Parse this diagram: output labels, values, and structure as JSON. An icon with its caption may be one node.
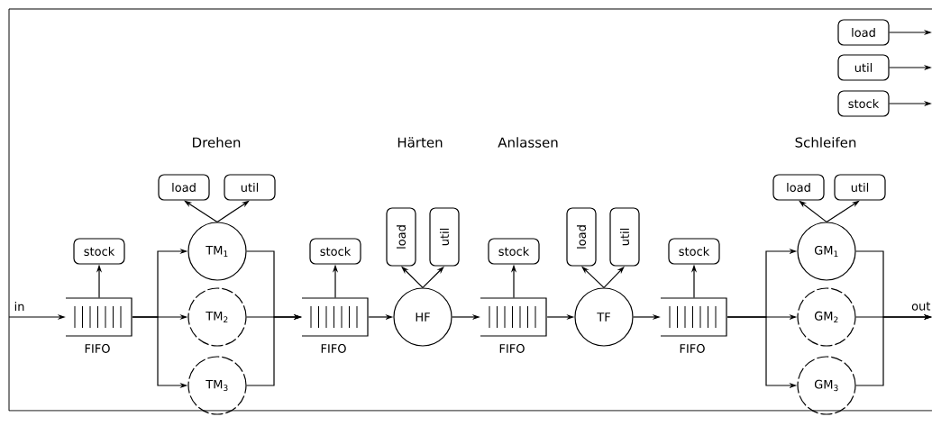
{
  "diagram": {
    "nodes": [
      {
        "text": [
          "load"
        ]
      },
      {
        "text": [
          "util"
        ]
      },
      {
        "text": [
          "stock"
        ]
      },
      {
        "text": [
          "stock"
        ]
      },
      {
        "text": [],
        "shape": "queue",
        "beside": [
          "FIFO"
        ]
      },
      {
        "text": [
          "load"
        ]
      },
      {
        "text": [
          "util"
        ]
      },
      {
        "text": [
          "TM$_{1}$"
        ]
      },
      {
        "text": [
          "TM$_{2}$"
        ]
      },
      {
        "text": [
          "TM$_{3}$"
        ]
      },
      {
        "text": [
          "stock"
        ]
      },
      {
        "text": [],
        "shape": "queue",
        "beside": [
          "FIFO"
        ]
      },
      {
        "text": [
          "load"
        ]
      },
      {
        "text": [
          "util"
        ]
      },
      {
        "text": [
          "HF"
        ]
      },
      {
        "text": [
          "stock"
        ]
      },
      {
        "text": [],
        "shape": "queue",
        "beside": [
          "FIFO"
        ]
      },
      {
        "text": [
          "load"
        ]
      },
      {
        "text": [
          "util"
        ]
      },
      {
        "text": [
          "TF"
        ]
      },
      {
        "text": [
          "stock"
        ]
      },
      {
        "text": [],
        "shape": "queue",
        "beside": [
          "FIFO"
        ]
      },
      {
        "text": [
          "load"
        ]
      },
      {
        "text": [
          "util"
        ]
      },
      {
        "text": [
          "GM$_{1}$"
        ]
      },
      {
        "text": [
          "GM$_{2}$"
        ]
      },
      {
        "text": [
          "GM$_{3}$"
        ]
      }
    ],
    "edges": [
      {
        "from": null,
        "to": 4,
        "arrow": "to",
        "label": "in"
      },
      {
        "from": 4,
        "to": 3,
        "arrow": "to"
      },
      {
        "from": 4,
        "to": 7,
        "arrow": "to"
      },
      {
        "from": 4,
        "to": 8,
        "arrow": "to"
      },
      {
        "from": 4,
        "to": 9,
        "arrow": "to"
      },
      {
        "from": 7,
        "to": 5,
        "arrow": "to"
      },
      {
        "from": 7,
        "to": 6,
        "arrow": "to"
      },
      {
        "from": 7,
        "to": 11,
        "arrow": "to"
      },
      {
        "from": 8,
        "to": 11,
        "arrow": "to"
      },
      {
        "from": 9,
        "to": 11,
        "arrow": "to"
      },
      {
        "from": 11,
        "to": 10,
        "arrow": "to"
      },
      {
        "from": 11,
        "to": 14,
        "arrow": "to"
      },
      {
        "from": 14,
        "to": 12,
        "arrow": "to"
      },
      {
        "from": 14,
        "to": 13,
        "arrow": "to"
      },
      {
        "from": 14,
        "to": 16,
        "arrow": "to"
      },
      {
        "from": 16,
        "to": 15,
        "arrow": "to"
      },
      {
        "from": 16,
        "to": 19,
        "arrow": "to"
      },
      {
        "from": 19,
        "to": 17,
        "arrow": "to"
      },
      {
        "from": 19,
        "to": 18,
        "arrow": "to"
      },
      {
        "from": 19,
        "to": 21,
        "arrow": "to"
      },
      {
        "from": 21,
        "to": 20,
        "arrow": "to"
      },
      {
        "from": 21,
        "to": 24,
        "arrow": "to"
      },
      {
        "from": 21,
        "to": 25,
        "arrow": "to"
      },
      {
        "from": 21,
        "to": 26,
        "arrow": "to"
      },
      {
        "from": 24,
        "to": 22,
        "arrow": "to"
      },
      {
        "from": 24,
        "to": 23,
        "arrow": "to"
      },
      {
        "from": 24,
        "to": null,
        "arrow": "to"
      },
      {
        "from": 25,
        "to": null,
        "arrow": "to",
        "label": "out"
      },
      {
        "from": 26,
        "to": null,
        "arrow": "to"
      },
      {
        "from": 0,
        "to": null,
        "arrow": "to"
      },
      {
        "from": 1,
        "to": null,
        "arrow": "to"
      },
      {
        "from": 2,
        "to": null,
        "arrow": "to"
      }
    ],
    "labels": [
      "Drehen",
      "Härten",
      "Anlassen",
      "Schleifen"
    ]
  }
}
